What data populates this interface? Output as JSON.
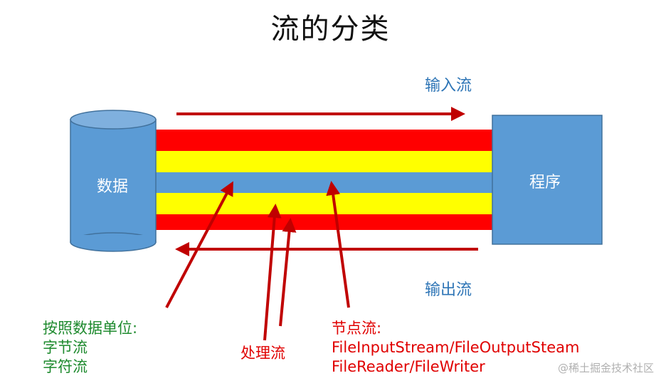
{
  "title": "流的分类",
  "nodes": {
    "data_source": "数据",
    "program": "程序"
  },
  "flows": {
    "input": "输入流",
    "output": "输出流"
  },
  "annotations": {
    "unit": {
      "heading": "按照数据单位:",
      "items": [
        "字节流",
        "字符流"
      ]
    },
    "processing": "处理流",
    "node_stream": {
      "heading": "节点流:",
      "lines": [
        "FileInputStream/FileOutputSteam",
        "FileReader/FileWriter"
      ]
    }
  },
  "watermark": "@稀土掘金技术社区",
  "colors": {
    "red": "#ff0000",
    "yellow": "#ffff00",
    "blue": "#5b9bd5",
    "arrow": "#c00000",
    "label_blue": "#2e75b6",
    "label_green": "#1e8a2e",
    "label_red": "#e00000"
  }
}
